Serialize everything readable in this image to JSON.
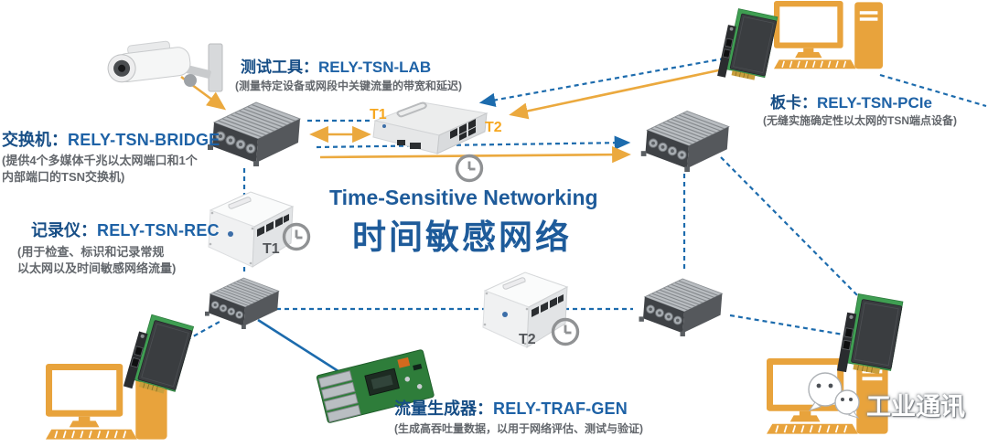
{
  "title": {
    "en": "Time-Sensitive Networking",
    "zh": "时间敏感网络"
  },
  "products": {
    "lab": {
      "category": "测试工具：",
      "model": "RELY-TSN-LAB",
      "desc": "(测量特定设备或网段中关键流量的带宽和延迟)"
    },
    "bridge": {
      "category": "交换机：",
      "model": "RELY-TSN-BRIDGE",
      "desc_line1": "(提供4个多媒体千兆以太网端口和1个",
      "desc_line2": "内部端口的TSN交换机)"
    },
    "rec": {
      "category": "记录仪：",
      "model": "RELY-TSN-REC",
      "desc_line1": "(用于检查、标识和记录常规",
      "desc_line2": "以太网以及时间敏感网络流量)"
    },
    "pcie": {
      "category": "板卡：",
      "model": "RELY-TSN-PCIe",
      "desc": "(无缝实施确定性以太网的TSN端点设备)"
    },
    "trafgen": {
      "category": "流量生成器：",
      "model": "RELY-TRAF-GEN",
      "desc": "(生成高吞吐量数据，以用于网络评估、测试与验证)"
    }
  },
  "timestamps": {
    "t1_lab": "T1",
    "t2_lab": "T2",
    "t1_rec": "T1",
    "t2_gen": "T2"
  },
  "watermark": {
    "label": "工业通讯",
    "icon": "wechat-icon"
  },
  "icons": {
    "camera": "surveillance-camera-icon",
    "clock": "clock-sync-icon",
    "computer": "workstation-icon",
    "switch": "rugged-tsn-switch-icon",
    "recorder": "white-box-device-icon",
    "pcie_card": "pcie-card-icon",
    "fpga_board": "fpga-board-icon"
  },
  "colors": {
    "accent_blue": "#1E5B9A",
    "line_blue": "#1C6BAD",
    "accent_yellow": "#EBA93E",
    "desc_gray": "#63676C",
    "clock_gray": "#909294",
    "watermark_white": "#FFFFFF"
  }
}
